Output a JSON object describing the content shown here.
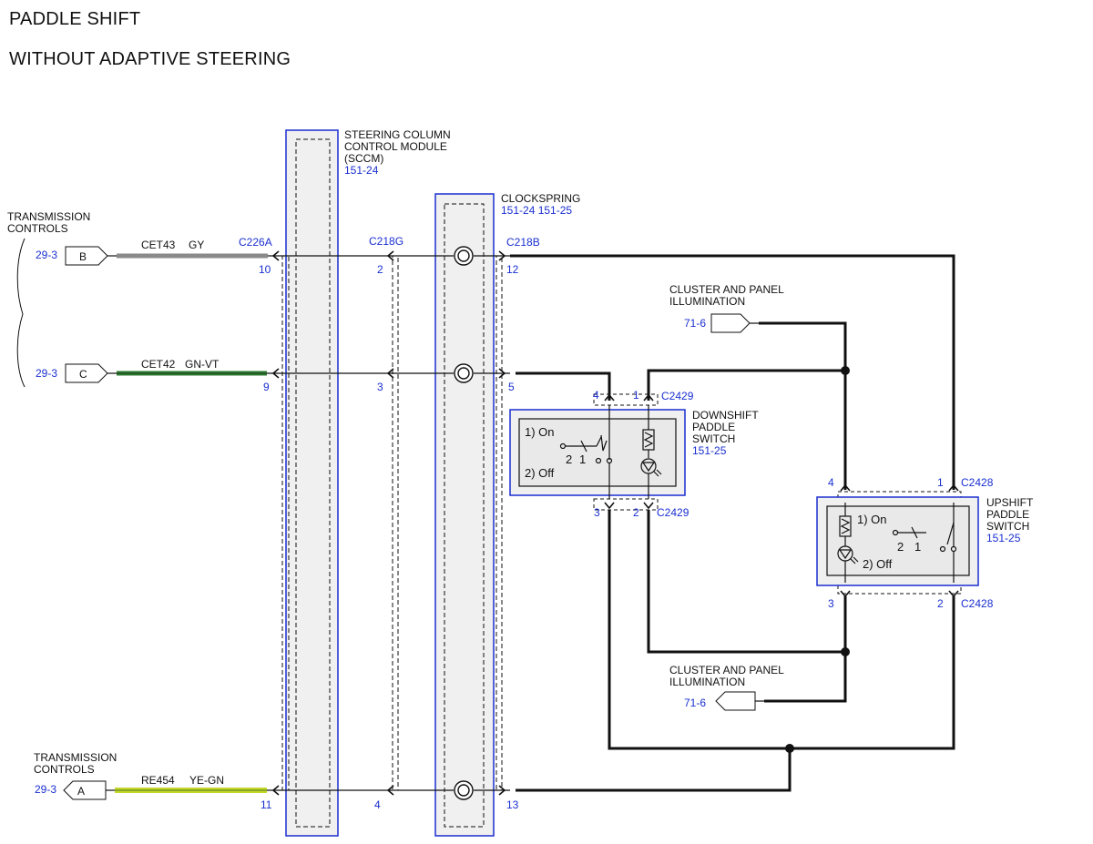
{
  "header": {
    "title": "PADDLE SHIFT",
    "subtitle": "WITHOUT ADAPTIVE STEERING"
  },
  "colors": {
    "connector_blue": "#1a2fd0",
    "module_fill": "#f0f0f0",
    "wire_gy": "#8a8a8a",
    "wire_gn_vt": "#2e7d32",
    "wire_ye_gn": "#c6d62a"
  },
  "sccm": {
    "name_line1": "STEERING COLUMN",
    "name_line2": "CONTROL MODULE",
    "name_line3": "(SCCM)",
    "ref": "151-24"
  },
  "clockspring": {
    "name": "CLOCKSPRING",
    "ref": "151-24  151-25"
  },
  "transmission_controls_top": {
    "line1": "TRANSMISSION",
    "line2": "CONTROLS"
  },
  "transmission_controls_bottom": {
    "line1": "TRANSMISSION",
    "line2": "CONTROLS"
  },
  "terminals": [
    {
      "ref": "29-3",
      "pin": "B",
      "circuit": "CET43",
      "color": "GY"
    },
    {
      "ref": "29-3",
      "pin": "C",
      "circuit": "CET42",
      "color": "GN-VT"
    },
    {
      "ref": "29-3",
      "pin": "A",
      "circuit": "RE454",
      "color": "YE-GN"
    }
  ],
  "connectors": {
    "c226a": "C226A",
    "c218g": "C218G",
    "c218b": "C218B",
    "c2429_top": "C2429",
    "c2429_bottom": "C2429",
    "c2428_top": "C2428",
    "c2428_bottom": "C2428"
  },
  "pins": {
    "c226a_row1": "10",
    "c226a_row2": "9",
    "c226a_row3": "11",
    "c218g_row1": "2",
    "c218g_row2": "3",
    "c218g_row3": "4",
    "c218b_row1": "12",
    "c218b_row2": "5",
    "c218b_row3": "13",
    "down_top_left": "4",
    "down_top_right": "1",
    "down_bottom_left": "3",
    "down_bottom_right": "2",
    "up_top_left": "4",
    "up_top_right": "1",
    "up_bottom_left": "3",
    "up_bottom_right": "2"
  },
  "illumination_top": {
    "line1": "CLUSTER AND PANEL",
    "line2": "ILLUMINATION",
    "ref": "71-6"
  },
  "illumination_bottom": {
    "line1": "CLUSTER AND PANEL",
    "line2": "ILLUMINATION",
    "ref": "71-6"
  },
  "downshift": {
    "line1": "DOWNSHIFT",
    "line2": "PADDLE",
    "line3": "SWITCH",
    "ref": "151-25",
    "state_on": "1) On",
    "state_off": "2) Off",
    "contact2": "2",
    "contact1": "1"
  },
  "upshift": {
    "line1": "UPSHIFT",
    "line2": "PADDLE",
    "line3": "SWITCH",
    "ref": "151-25",
    "state_on": "1) On",
    "state_off": "2) Off",
    "contact2": "2",
    "contact1": "1"
  }
}
